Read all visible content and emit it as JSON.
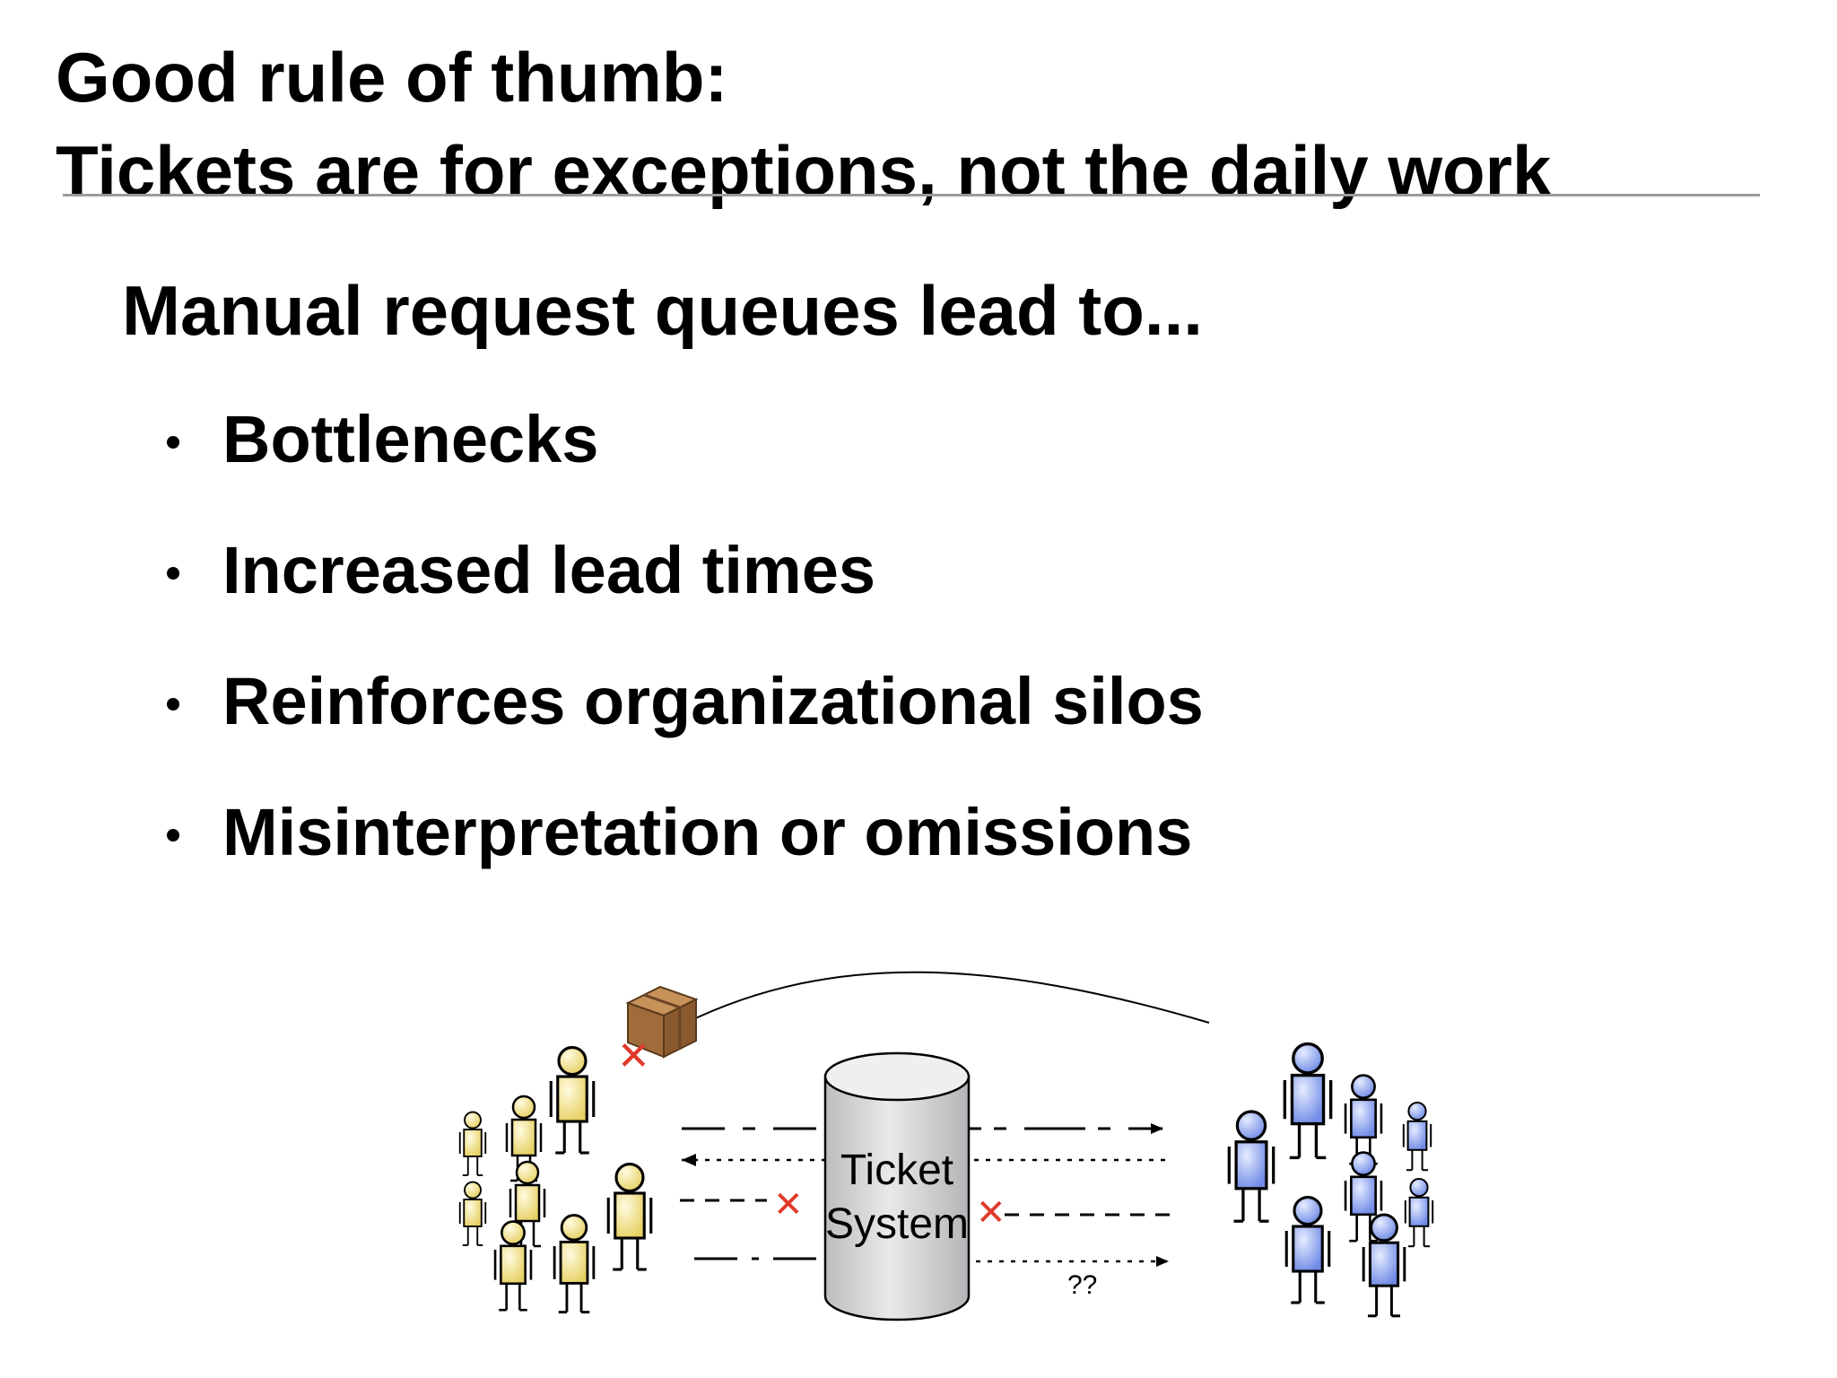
{
  "title": {
    "line1": "Good rule of thumb:",
    "line2": "Tickets are for exceptions, not the daily work"
  },
  "subtitle": "Manual request queues lead to...",
  "bullets": [
    "Bottlenecks",
    "Increased lead times",
    "Reinforces organizational silos",
    "Misinterpretation or omissions"
  ],
  "diagram": {
    "ticket_system_line1": "Ticket",
    "ticket_system_line2": "System",
    "unknown_label": "??",
    "colors": {
      "left_team": "#f5e58f",
      "right_team": "#8fa6ee",
      "cylinder": "#d6d6d8",
      "error_x": "#e03a2a",
      "box": "#9a6a3a"
    },
    "icons": [
      "people-group-icon",
      "package-box-icon",
      "database-cylinder-icon",
      "error-x-icon"
    ]
  }
}
